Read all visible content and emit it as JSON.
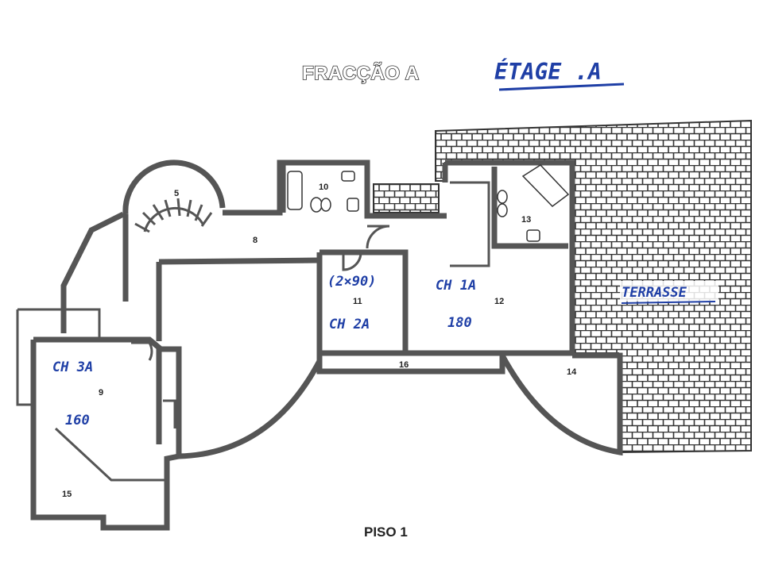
{
  "header": {
    "title": "FRACÇÃO A",
    "handwritten_title": "ÉTAGE .A"
  },
  "footer": {
    "floor_label": "PISO 1"
  },
  "rooms": {
    "r5": "5",
    "r8": "8",
    "r9": "9",
    "r10": "10",
    "r11": "11",
    "r12": "12",
    "r13": "13",
    "r14": "14",
    "r15": "15",
    "r16": "16"
  },
  "annotations": {
    "ch3a": "CH 3A",
    "ch3a_size": "160",
    "dims_2x90": "(2×90)",
    "ch2a": "CH 2A",
    "ch1a": "CH 1A",
    "ch1a_size": "180",
    "terrasse": "TERRASSE"
  },
  "colors": {
    "wall": "#555555",
    "ink": "#1f3fa6",
    "tile_line": "#333333"
  }
}
